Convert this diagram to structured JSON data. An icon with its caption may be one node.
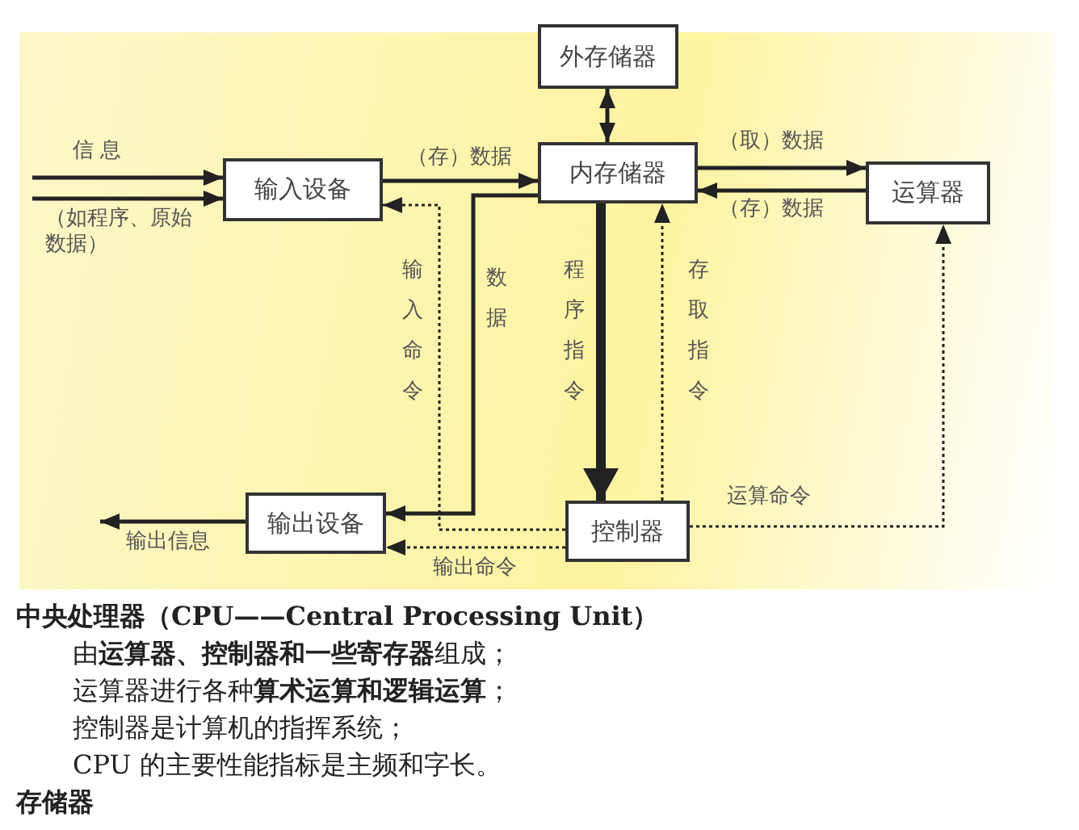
{
  "diagram": {
    "nodes": [
      {
        "text": [
          "外存储器"
        ]
      },
      {
        "text": [
          "内存储器"
        ]
      },
      {
        "text": [
          "输入设备"
        ]
      },
      {
        "text": [
          "运算器"
        ]
      },
      {
        "text": [
          "控制器"
        ]
      },
      {
        "text": [
          "输出设备"
        ]
      }
    ],
    "edges": [
      {
        "from": 0,
        "to": 1,
        "arrow": "both"
      },
      {
        "from": null,
        "to": 2,
        "arrow": "to",
        "label": "信 息"
      },
      {
        "from": null,
        "to": 2,
        "arrow": "to",
        "label": "（如程序、原始数据）"
      },
      {
        "from": 2,
        "to": 1,
        "arrow": "to",
        "label": "（存）数据"
      },
      {
        "from": 1,
        "to": 5,
        "arrow": "to",
        "label": "数据"
      },
      {
        "from": 4,
        "to": 2,
        "arrow": "to",
        "label": "输入命令",
        "style": "dashed"
      },
      {
        "from": 4,
        "to": 5,
        "arrow": "to",
        "label": "输出命令",
        "style": "dashed"
      },
      {
        "from": 1,
        "to": 4,
        "arrow": "to",
        "label": "程序指令",
        "style": "thick"
      },
      {
        "from": 4,
        "to": 1,
        "arrow": "to",
        "label": "存取指令",
        "style": "dashed"
      },
      {
        "from": 1,
        "to": 3,
        "arrow": "to",
        "label": "（取）数据"
      },
      {
        "from": 3,
        "to": 1,
        "arrow": "to",
        "label": "（存）数据"
      },
      {
        "from": 4,
        "to": 3,
        "arrow": "to",
        "label": "运算命令",
        "style": "dashed"
      },
      {
        "from": 5,
        "to": null,
        "arrow": "to",
        "label": "输出信息"
      }
    ],
    "labels": [
      "中央处理器（CPU——Central Processing Unit）",
      "由**运算器、控制器和一些寄存器**组成；",
      "运算器进行各种**算术运算和逻辑运算**；",
      "控制器是计算机的指挥系统；",
      "CPU 的主要性能指标是主频和字长。",
      "存储器"
    ]
  }
}
